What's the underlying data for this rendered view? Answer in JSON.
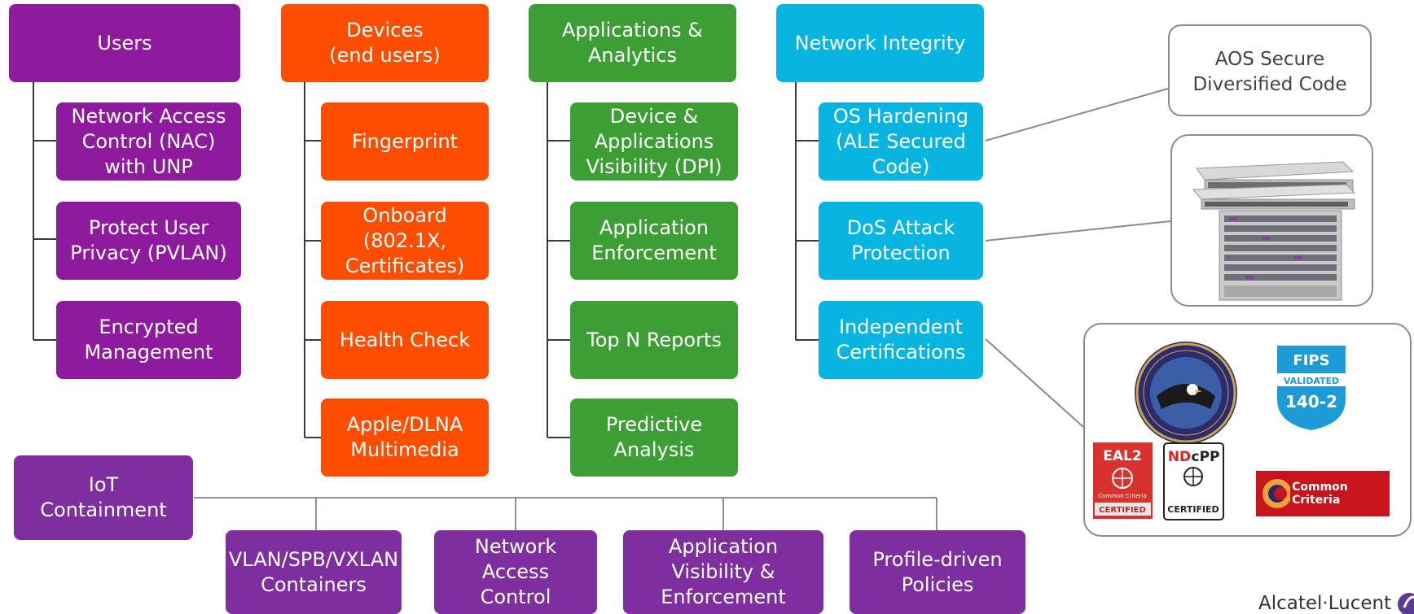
{
  "columns": [
    {
      "header": "Users",
      "items": [
        "Network Access\nControl (NAC)\nwith UNP",
        "Protect User\nPrivacy (PVLAN)",
        "Encrypted\nManagement"
      ]
    },
    {
      "header": "Devices\n(end users)",
      "items": [
        "Fingerprint",
        "Onboard\n(802.1X,\nCertificates)",
        "Health Check",
        "Apple/DLNA\nMultimedia"
      ]
    },
    {
      "header": "Applications &\nAnalytics",
      "items": [
        "Device &\nApplications\nVisibility (DPI)",
        "Application\nEnforcement",
        "Top N Reports",
        "Predictive\nAnalysis"
      ]
    },
    {
      "header": "Network Integrity",
      "items": [
        "OS Hardening\n(ALE Secured\nCode)",
        "DoS Attack\nProtection",
        "Independent\nCertifications"
      ]
    }
  ],
  "iot": {
    "header": "IoT\nContainment",
    "items": [
      "VLAN/SPB/VXLAN\nContainers",
      "Network Access\nControl",
      "Application\nVisibility &\nEnforcement",
      "Profile-driven\nPolicies"
    ]
  },
  "callouts": {
    "aos": "AOS Secure\nDiversified Code"
  },
  "badges": {
    "fips_top": "FIPS",
    "fips_mid": "VALIDATED",
    "fips_num": "140-2",
    "eal_title": "EAL2",
    "eal_sub": "Common Criteria",
    "eal_cert": "CERTIFIED",
    "nd_title_a": "ND",
    "nd_title_b": "cPP",
    "nd_cert": "CERTIFIED",
    "cc_text": "Common Criteria"
  },
  "brand": "Alcatel·Lucent",
  "colors": {
    "users": "#8e1a9d",
    "devices": "#ff4d00",
    "apps": "#3c9e34",
    "integrity": "#07b5e0",
    "iot": "#7e2e9f"
  }
}
